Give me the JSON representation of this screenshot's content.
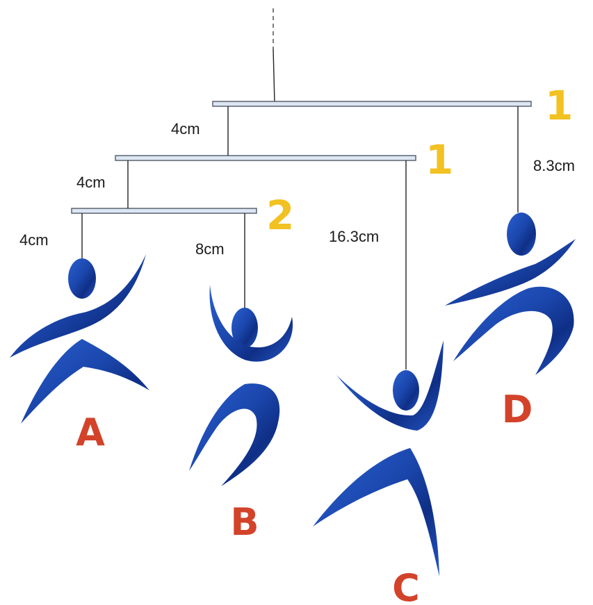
{
  "colors": {
    "weight_label": "#f2c122",
    "figure_letter": "#d2432a",
    "figure_fill": "#1f4fb8",
    "figure_fill_dark": "#0e2a7a",
    "bar_fill": "#dbe6f2"
  },
  "weights": {
    "top_bar": "1",
    "middle_bar": "1",
    "bottom_bar": "2"
  },
  "distances": {
    "top_left": "4cm",
    "middle_left": "4cm",
    "bottom_left_a": "4cm",
    "bottom_right_b": "8cm",
    "middle_right_c": "16.3cm",
    "top_right_d": "8.3cm"
  },
  "figures": {
    "a": "A",
    "b": "B",
    "c": "C",
    "d": "D"
  }
}
